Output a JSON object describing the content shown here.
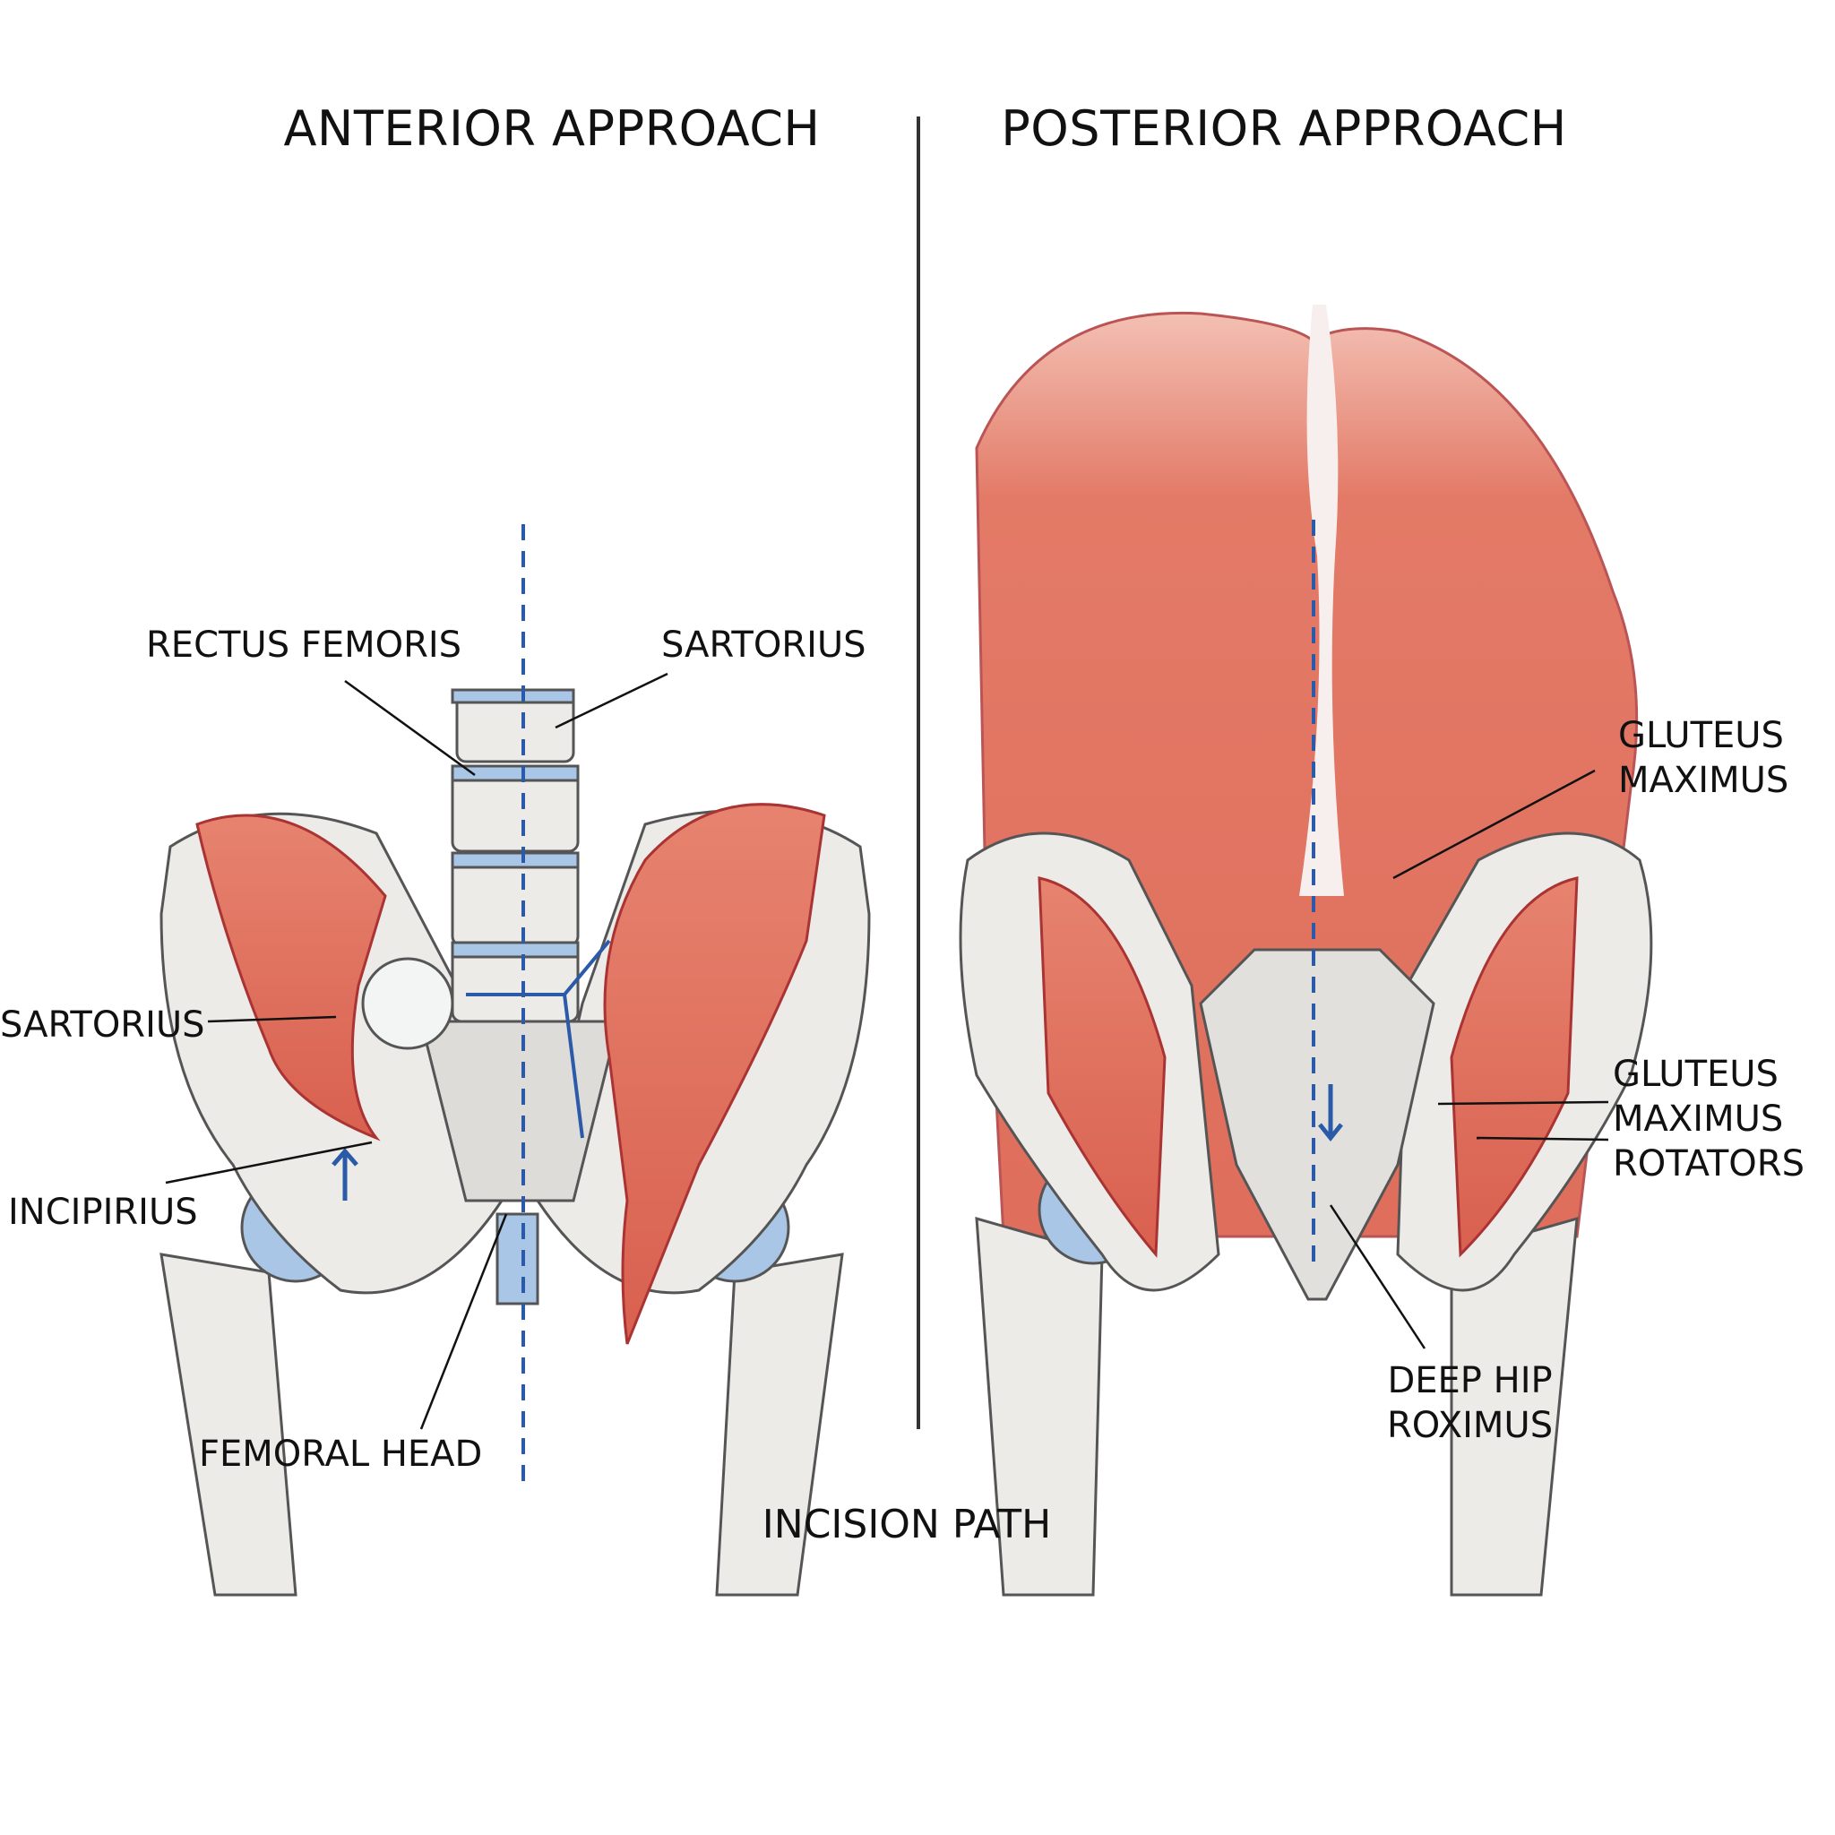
{
  "titles": {
    "anterior": "ANTERIOR APPROACH",
    "posterior": "POSTERIOR APPROACH"
  },
  "anterior_labels": {
    "rectus_femoris": "RECTUS FEMORIS",
    "sartorius_top": "SARTORIUS",
    "sartorius_left": "SARTORIUS",
    "incipirius": "INCIPIRIUS",
    "femoral_head": "FEMORAL HEAD"
  },
  "center_label": "INCISION PATH",
  "posterior_labels": {
    "gluteus_maximus": [
      "GLUTEUS",
      "MAXIMUS"
    ],
    "gluteus_rotators": [
      "GLUTEUS",
      "MAXIMUS",
      "ROTATORS"
    ],
    "deep_hip": [
      "DEEP HIP",
      "ROXIMUS"
    ]
  },
  "colors": {
    "muscle": "#e0705f",
    "bone": "#ecebe8",
    "cartilage": "#a9c6e6",
    "incision": "#2a5aa8",
    "divider": "#333333"
  }
}
